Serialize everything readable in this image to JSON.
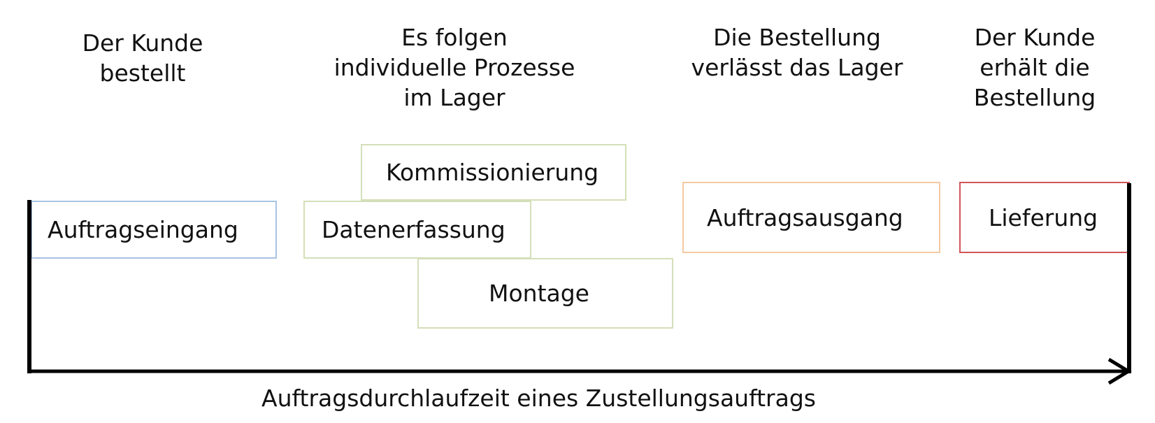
{
  "stages": [
    {
      "label": "Der Kunde\nbestellt"
    },
    {
      "label": "Es folgen\nindividuelle Prozesse\nim Lager"
    },
    {
      "label": "Die Bestellung\nverlässt das Lager"
    },
    {
      "label": "Der Kunde\nerhält die\nBestellung"
    }
  ],
  "boxes": {
    "auftragseingang": {
      "label": "Auftragseingang",
      "color": "#a7c4e4"
    },
    "kommissionierung": {
      "label": "Kommissionierung",
      "color": "#d4dfb8"
    },
    "datenerfassung": {
      "label": "Datenerfassung",
      "color": "#d4dfb8"
    },
    "montage": {
      "label": "Montage",
      "color": "#d4dfb8"
    },
    "auftragsausgang": {
      "label": "Auftragsausgang",
      "color": "#f6c9a1"
    },
    "lieferung": {
      "label": "Lieferung",
      "color": "#d2555a"
    }
  },
  "axis": {
    "label": "Auftragsdurchlaufzeit eines Zustellungsauftrags"
  }
}
